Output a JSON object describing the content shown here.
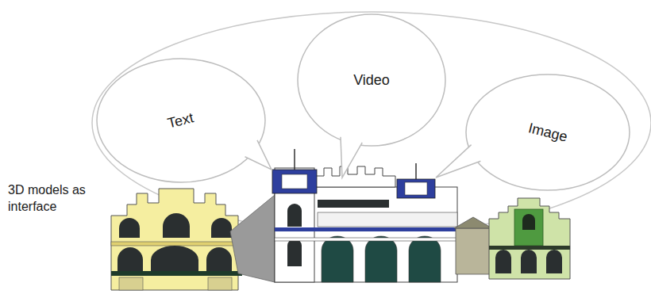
{
  "diagram": {
    "nodes": [
      {
        "text": [
          "Text"
        ]
      },
      {
        "text": [
          "Video"
        ]
      },
      {
        "text": [
          "Image"
        ]
      }
    ],
    "labels": [
      "3D models as interface"
    ]
  }
}
